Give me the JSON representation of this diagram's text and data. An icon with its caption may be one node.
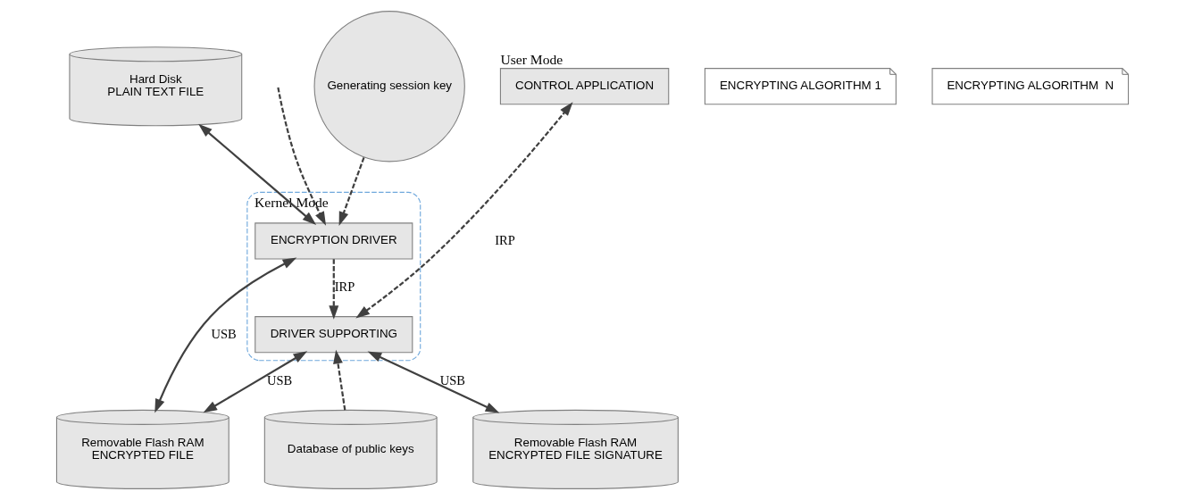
{
  "diagram": {
    "nodes": [
      {
        "text": [
          "CONTROL APPLICATION"
        ],
        "beside": [
          "User Mode"
        ]
      },
      {
        "text": [
          "Generating session key"
        ]
      },
      {
        "text": [
          "Hard Disk",
          "PLAIN TEXT FILE"
        ]
      },
      {
        "text": [
          "ENCRYPTING ALGORITHM 1"
        ]
      },
      {
        "text": [
          "Kernel Mode"
        ]
      },
      {
        "text": [
          "DRIVER SUPPORTING"
        ],
        "in": 4
      },
      {
        "text": [
          "ENCRYPTION DRIVER"
        ],
        "in": 4
      },
      {
        "text": [
          "ENCRYPTING ALGORITHM  N"
        ]
      },
      {
        "text": [
          "Database of public keys"
        ]
      },
      {
        "text": [
          "Removable Flash RAM",
          "ENCRYPTED FILE SIGNATURE"
        ]
      },
      {
        "text": [
          "Removable Flash RAM",
          "ENCRYPTED FILE"
        ]
      }
    ],
    "edges": [
      {
        "from": 5,
        "to": 0,
        "arrow": "both",
        "label": "IRP",
        "style": "dashed"
      },
      {
        "from": 1,
        "to": 6,
        "arrow": "to",
        "style": "dashed"
      },
      {
        "from": 6,
        "to": 5,
        "arrow": "to",
        "label": "IRP",
        "style": "dashed"
      },
      {
        "from": 2,
        "to": 6,
        "arrow": "both"
      },
      {
        "from": null,
        "to": 6,
        "arrow": "to",
        "style": "dashed"
      },
      {
        "from": 8,
        "to": 5,
        "arrow": "to",
        "style": "dashed"
      },
      {
        "from": 5,
        "to": 9,
        "arrow": "both",
        "label": "USB"
      },
      {
        "from": 5,
        "to": 10,
        "arrow": "both",
        "label": "USB"
      },
      {
        "from": 10,
        "to": 6,
        "arrow": "both",
        "label": "USB"
      }
    ]
  }
}
